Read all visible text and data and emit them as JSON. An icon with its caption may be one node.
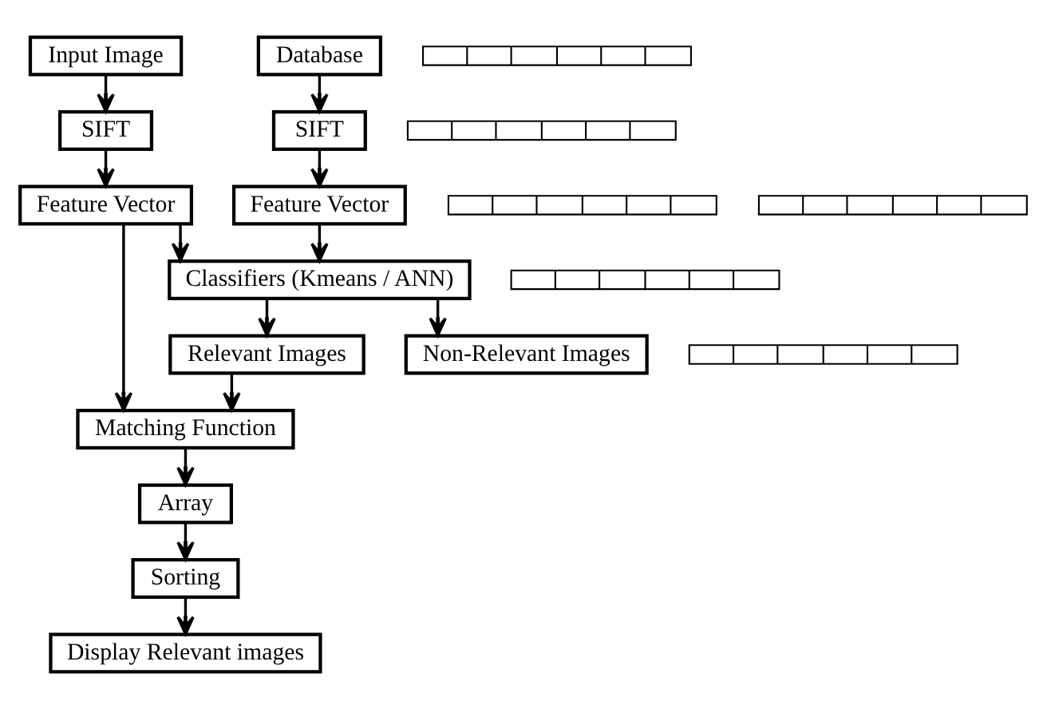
{
  "diagram": {
    "nodes": [
      {
        "text": [
          "Input Image"
        ]
      },
      {
        "text": [
          "SIFT"
        ]
      },
      {
        "text": [
          "Feature Vector"
        ]
      },
      {
        "text": [
          "Database"
        ]
      },
      {
        "text": [
          "SIFT"
        ]
      },
      {
        "text": [
          "Feature Vector"
        ]
      },
      {
        "text": [
          "Classifiers (Kmeans / ANN)"
        ]
      },
      {
        "text": [
          "Relevant Images"
        ]
      },
      {
        "text": [
          "Non-Relevant Images"
        ]
      },
      {
        "text": [
          "Matching Function"
        ]
      },
      {
        "text": [
          "Array"
        ]
      },
      {
        "text": [
          "Sorting"
        ]
      },
      {
        "text": [
          "Display Relevant images"
        ]
      },
      {
        "text": [],
        "shape": "bar"
      },
      {
        "text": [],
        "shape": "bar"
      },
      {
        "text": [],
        "shape": "bar"
      },
      {
        "text": [],
        "shape": "bar"
      },
      {
        "text": [],
        "shape": "bar"
      },
      {
        "text": [],
        "shape": "bar"
      }
    ],
    "edges": [
      {
        "from": 0,
        "to": 1,
        "arrow": "to"
      },
      {
        "from": 1,
        "to": 2,
        "arrow": "to"
      },
      {
        "from": 3,
        "to": 4,
        "arrow": "to"
      },
      {
        "from": 4,
        "to": 5,
        "arrow": "to"
      },
      {
        "from": 5,
        "to": 6,
        "arrow": "to"
      },
      {
        "from": 2,
        "to": 6,
        "arrow": "to"
      },
      {
        "from": 2,
        "to": 9,
        "arrow": "to"
      },
      {
        "from": 6,
        "to": 7,
        "arrow": "to"
      },
      {
        "from": 6,
        "to": 8,
        "arrow": "to"
      },
      {
        "from": 7,
        "to": 9,
        "arrow": "to"
      },
      {
        "from": 9,
        "to": 10,
        "arrow": "to"
      },
      {
        "from": 10,
        "to": 11,
        "arrow": "to"
      },
      {
        "from": 11,
        "to": 12,
        "arrow": "to"
      }
    ]
  }
}
